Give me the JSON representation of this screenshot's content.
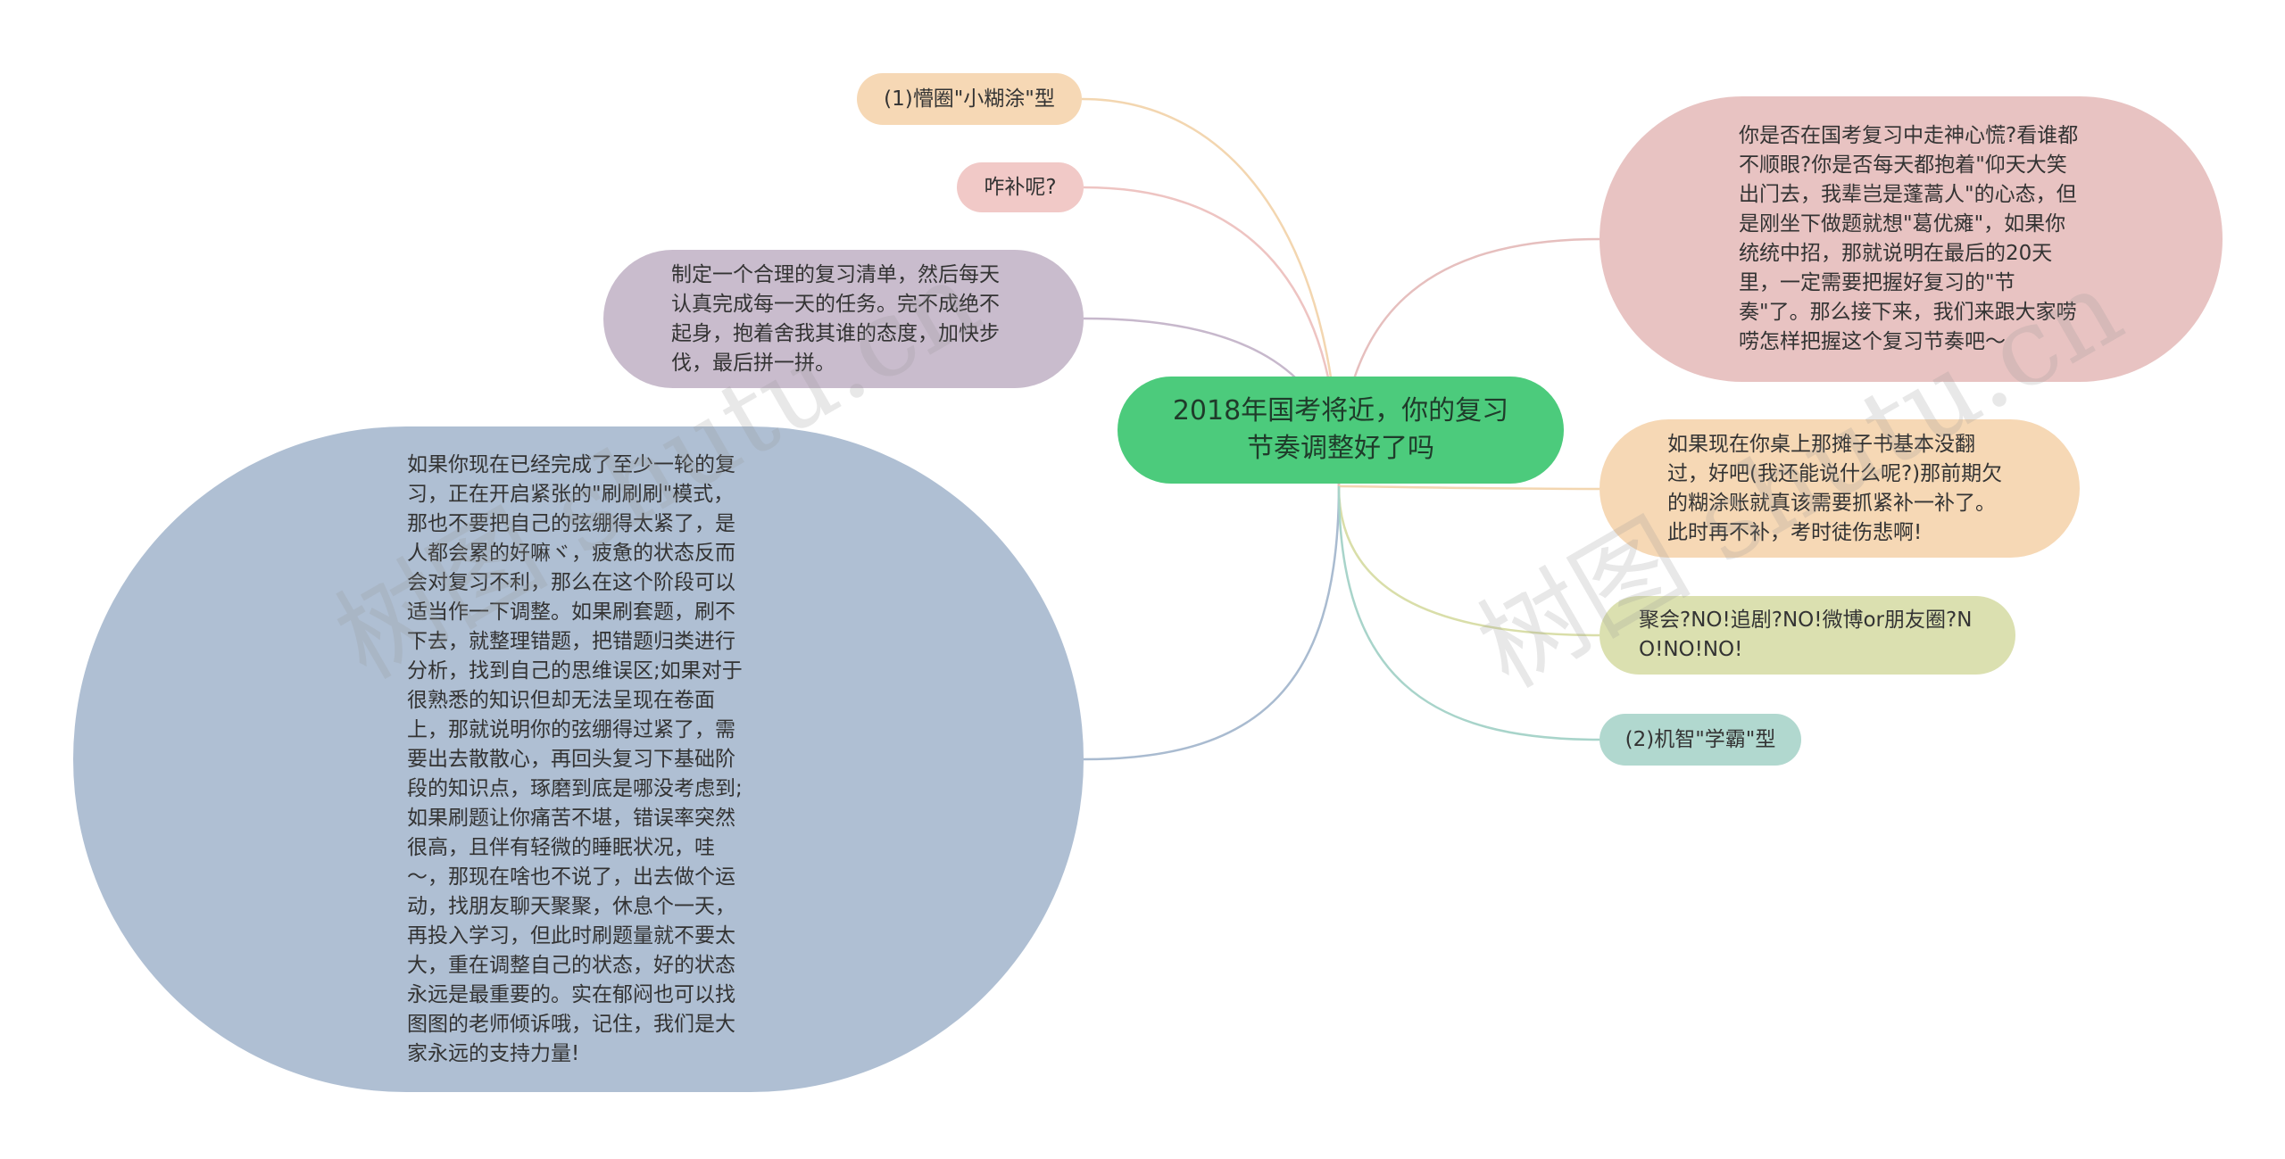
{
  "center": {
    "label": "2018年国考将近，你的复习节奏调整好了吗"
  },
  "left_nodes": [
    {
      "id": "hutu-type",
      "label": "(1)懵圈\"小糊涂\"型",
      "color": "#f6d8b5"
    },
    {
      "id": "bu",
      "label": "咋补呢?",
      "color": "#f1c9c7"
    },
    {
      "id": "plan",
      "label": "制定一个合理的复习清单，然后每天认真完成每一天的任务。完不成绝不起身，抱着舍我其谁的态度，加快步伐，最后拼一拼。",
      "color": "#c9bccd"
    },
    {
      "id": "big",
      "label": "如果你现在已经完成了至少一轮的复习，正在开启紧张的\"刷刷刷\"模式，那也不要把自己的弦绷得太紧了，是人都会累的好嘛ヾ，疲惫的状态反而会对复习不利，那么在这个阶段可以适当作一下调整。如果刷套题，刷不下去，就整理错题，把错题归类进行分析，找到自己的思维误区;如果对于很熟悉的知识但却无法呈现在卷面上，那就说明你的弦绷得过紧了，需要出去散散心，再回头复习下基础阶段的知识点，琢磨到底是哪没考虑到;如果刷题让你痛苦不堪，错误率突然很高，且伴有轻微的睡眠状况，哇～，那现在啥也不说了，出去做个运动，找朋友聊天聚聚，休息个一天，再投入学习，但此时刷题量就不要太大，重在调整自己的状态，好的状态永远是最重要的。实在郁闷也可以找图图的老师倾诉哦，记住，我们是大家永远的支持力量!",
      "color": "#afbfd3"
    }
  ],
  "right_nodes": [
    {
      "id": "right1",
      "label": "你是否在国考复习中走神心慌?看谁都不顺眼?你是否每天都抱着\"仰天大笑出门去，我辈岂是蓬蒿人\"的心态，但是刚坐下做题就想\"葛优瘫\"，如果你统统中招，那就说明在最后的20天里，一定需要把握好复习的\"节奏\"了。那么接下来，我们来跟大家唠唠怎样把握这个复习节奏吧～",
      "color": "#e8c3c2"
    },
    {
      "id": "right2",
      "label": "如果现在你桌上那摊子书基本没翻过，好吧(我还能说什么呢?)那前期欠的糊涂账就真该需要抓紧补一补了。此时再不补，考时徒伤悲啊!",
      "color": "#f6d8b5"
    },
    {
      "id": "right3",
      "label": "聚会?NO!追剧?NO!微博or朋友圈?NO!NO!NO!",
      "color": "#dbe0b0"
    },
    {
      "id": "xueba",
      "label": "(2)机智\"学霸\"型",
      "color": "#b1d8cf"
    }
  ],
  "watermark": "树图 shutu.cn",
  "colors": {
    "center": "#4ccb7c",
    "link_hutu": "#f3d6b0",
    "link_bu": "#eec4c2",
    "link_plan": "#c7b8cc",
    "link_big": "#a9bbd0",
    "link_right1": "#e6bfbe",
    "link_right2": "#f3d6b0",
    "link_right3": "#d9dea9",
    "link_xueba": "#a8d4ca"
  }
}
